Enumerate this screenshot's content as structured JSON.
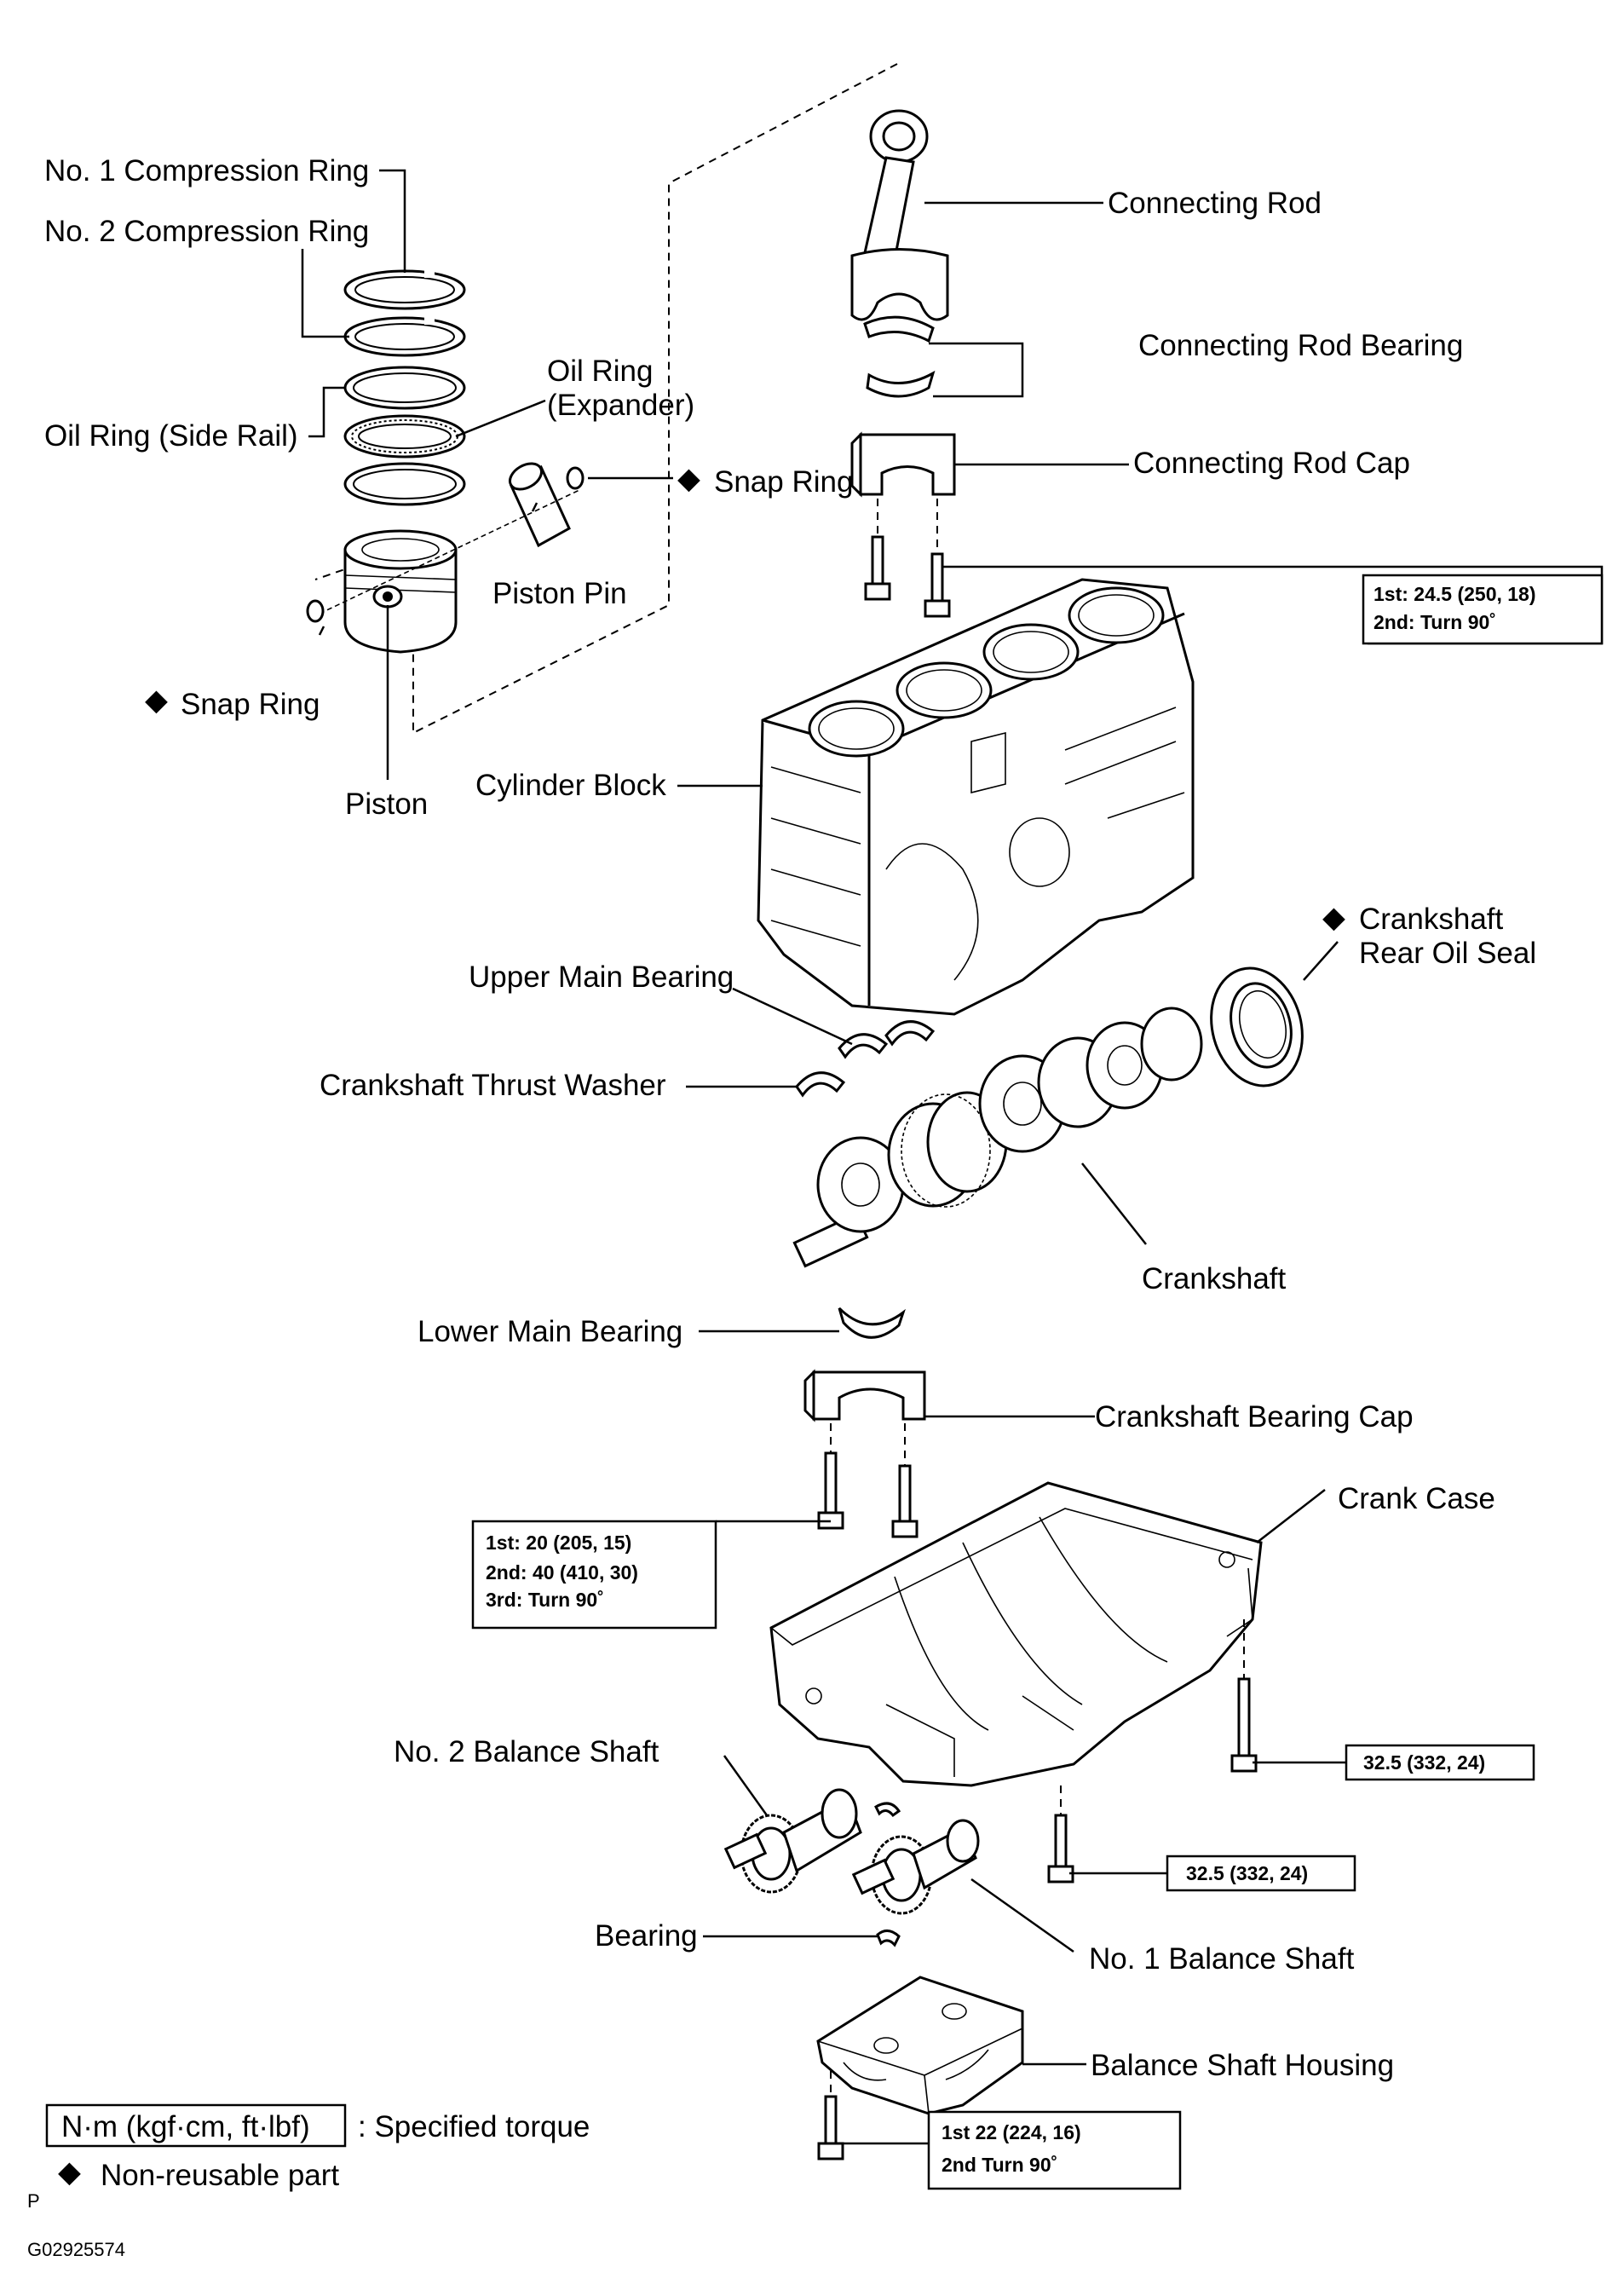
{
  "labels": {
    "no1_ring": "No. 1 Compression Ring",
    "no2_ring": "No. 2 Compression Ring",
    "oil_ring_exp_1": "Oil Ring",
    "oil_ring_exp_2": "(Expander)",
    "oil_ring_side": "Oil Ring (Side Rail)",
    "snap_ring_upper": "Snap Ring",
    "piston_pin": "Piston Pin",
    "snap_ring_lower": "Snap Ring",
    "piston": "Piston",
    "connecting_rod": "Connecting Rod",
    "con_rod_bearing": "Connecting Rod Bearing",
    "con_rod_cap": "Connecting Rod Cap",
    "cylinder_block": "Cylinder Block",
    "rear_oil_seal_1": "Crankshaft",
    "rear_oil_seal_2": "Rear Oil Seal",
    "upper_main_bearing": "Upper Main Bearing",
    "thrust_washer": "Crankshaft Thrust Washer",
    "crankshaft": "Crankshaft",
    "lower_main_bearing": "Lower Main Bearing",
    "bearing_cap": "Crankshaft Bearing Cap",
    "crank_case": "Crank Case",
    "no2_balance": "No. 2 Balance Shaft",
    "no1_balance": "No. 1 Balance Shaft",
    "bearing": "Bearing",
    "balance_housing": "Balance Shaft Housing"
  },
  "torques": {
    "con_rod_1": "1st: 24.5 (250, 18)",
    "con_rod_2": "2nd: Turn 90˚",
    "bearing_cap_1": "1st: 20 (205, 15)",
    "bearing_cap_2": "2nd: 40 (410, 30)",
    "bearing_cap_3": "3rd: Turn 90˚",
    "crank_case_a": "32.5 (332, 24)",
    "crank_case_b": "32.5 (332, 24)",
    "housing_1": "1st 22 (224, 16)",
    "housing_2": "2nd Turn 90˚"
  },
  "legend": {
    "unit_box": "N·m (kgf·cm, ft·lbf)",
    "unit_desc": ": Specified torque",
    "nonreusable": "Non-reusable part",
    "mark": "P",
    "figure_id": "G02925574"
  },
  "symbols": {
    "nonreusable_mark": "◆"
  }
}
